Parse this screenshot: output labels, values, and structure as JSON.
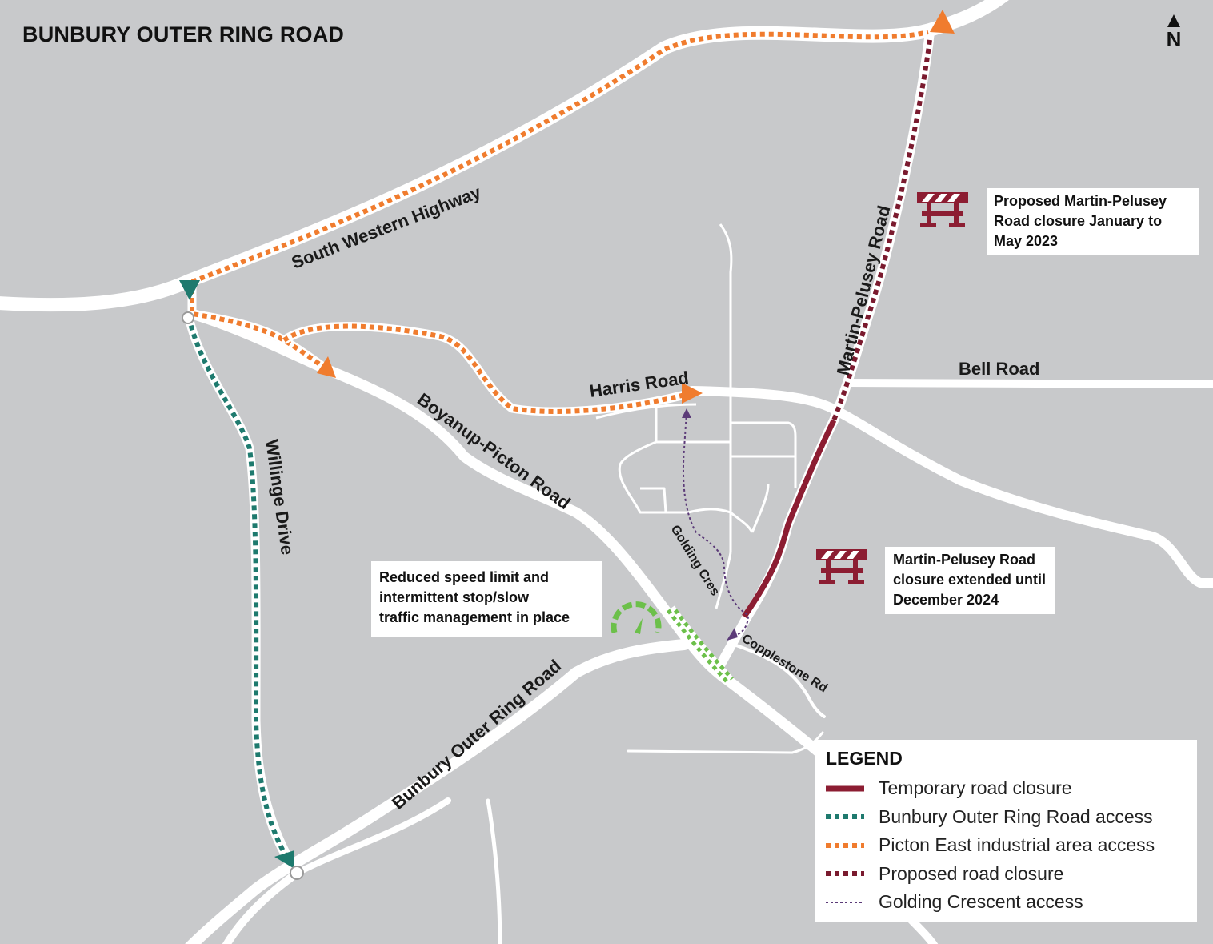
{
  "map": {
    "title": "BUNBURY OUTER RING ROAD",
    "north_label": "N",
    "colors": {
      "background": "#c8c9cb",
      "road": "#ffffff",
      "temporary_closure": "#8c1d32",
      "boorr_access": "#1e7a6e",
      "picton_access": "#f07c2e",
      "proposed_closure": "#7a1a2e",
      "golding_access": "#5b3a78",
      "speed_icon": "#6cc04a"
    },
    "road_labels": {
      "south_western_highway": "South Western Highway",
      "martin_pelusey_road": "Martin-Pelusey Road",
      "bell_road": "Bell Road",
      "harris_road": "Harris Road",
      "boyanup_picton_road": "Boyanup-Picton Road",
      "willinge_drive": "Willinge Drive",
      "golding_cres": "Golding Cres",
      "copplestone_rd": "Copplestone Rd",
      "bunbury_outer_ring_road": "Bunbury Outer Ring Road"
    },
    "callouts": {
      "proposed_closure": [
        "Proposed Martin-Pelusey",
        "Road closure January to",
        "May 2023"
      ],
      "extended_closure": [
        "Martin-Pelusey Road",
        "closure extended until",
        "December 2024"
      ],
      "speed_limit": [
        "Reduced speed limit and",
        "intermittent stop/slow",
        "traffic management in place"
      ]
    },
    "icons": {
      "barrier": "road-barrier-icon",
      "speedometer": "speedometer-icon",
      "north_arrow": "north-arrow-icon"
    }
  },
  "legend": {
    "title": "LEGEND",
    "items": [
      {
        "label": "Temporary road closure",
        "style": "solid",
        "color": "#8c1d32"
      },
      {
        "label": "Bunbury Outer Ring Road access",
        "style": "dotted",
        "color": "#1e7a6e"
      },
      {
        "label": "Picton East industrial area access",
        "style": "dotted",
        "color": "#f07c2e"
      },
      {
        "label": "Proposed road closure",
        "style": "dotted",
        "color": "#7a1a2e"
      },
      {
        "label": "Golding Crescent access",
        "style": "fine-dotted",
        "color": "#5b3a78"
      }
    ]
  }
}
